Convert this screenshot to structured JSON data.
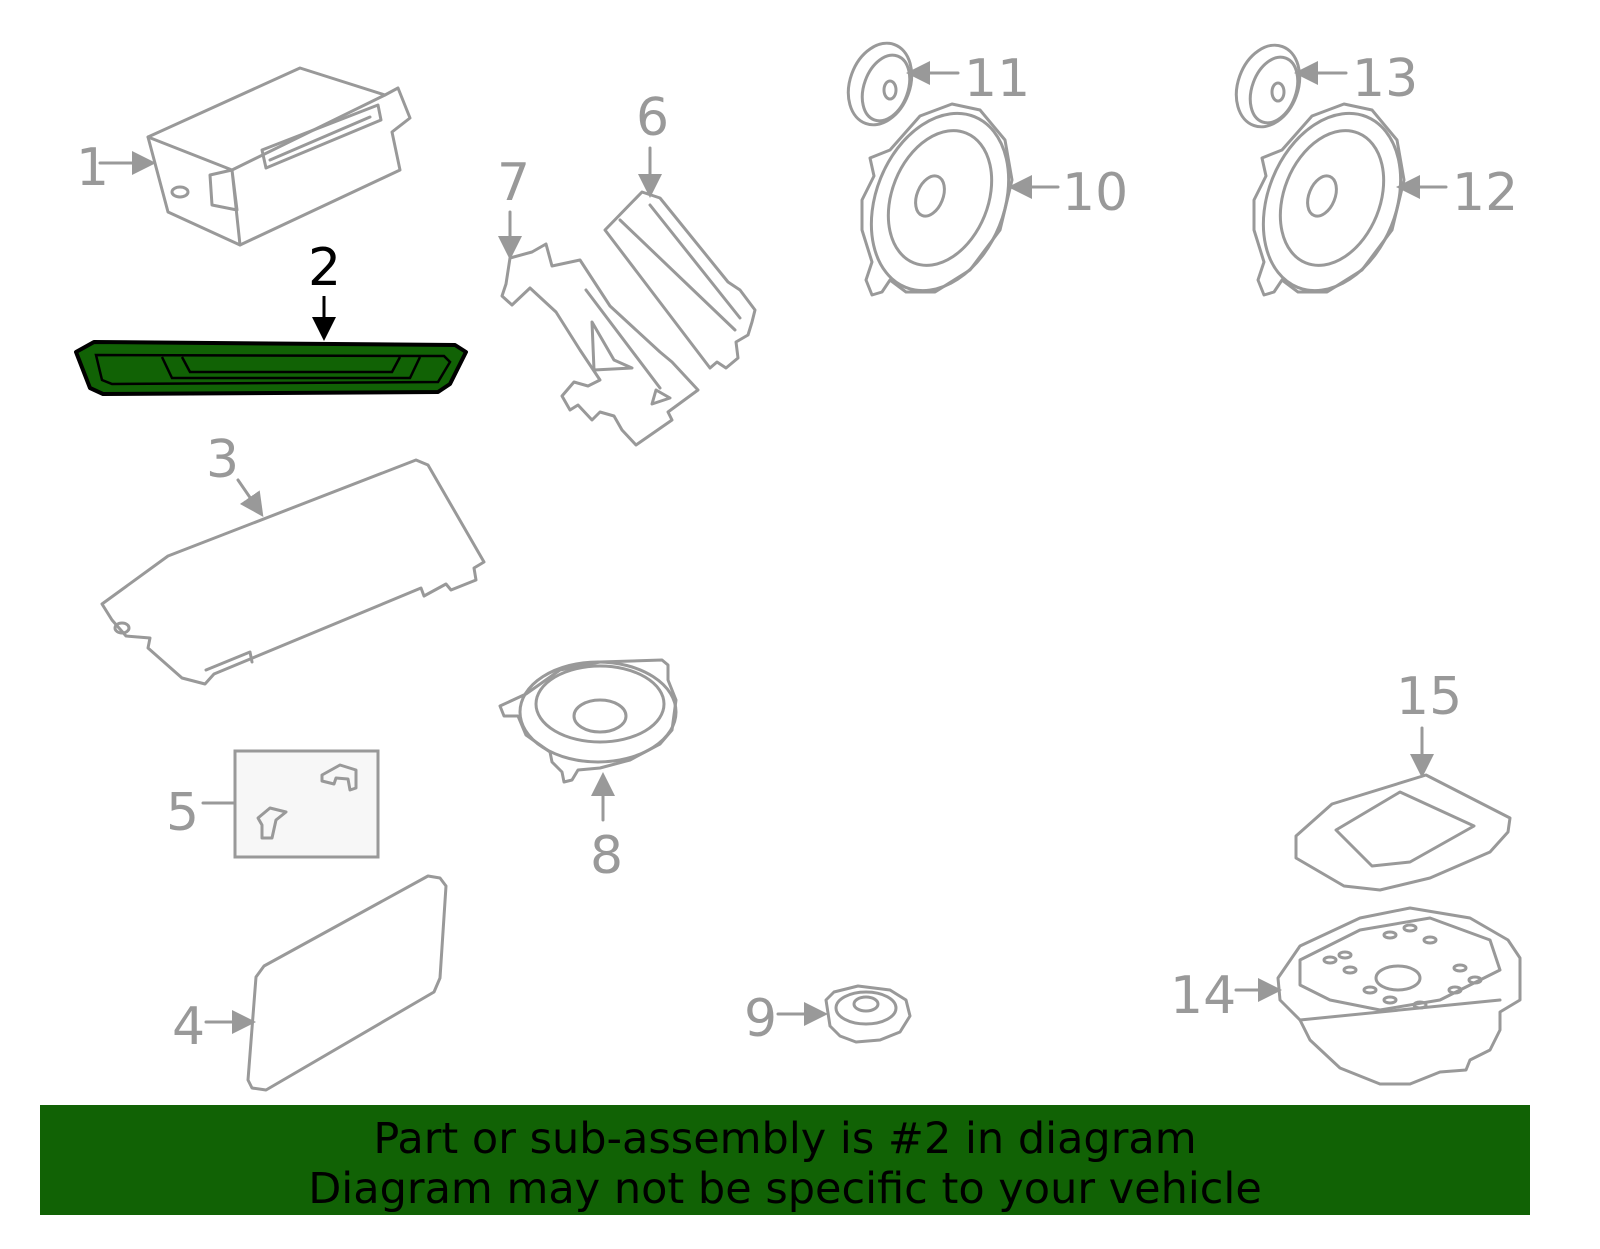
{
  "diagram": {
    "selected_part": "2",
    "highlight_color": "#116205",
    "line_color": "#999999",
    "callouts": [
      "1",
      "2",
      "3",
      "4",
      "5",
      "6",
      "7",
      "8",
      "9",
      "10",
      "11",
      "12",
      "13",
      "14",
      "15"
    ]
  },
  "banner": {
    "line1": "Part or sub-assembly is #2 in diagram",
    "line2": "Diagram may not be specific to your vehicle"
  }
}
